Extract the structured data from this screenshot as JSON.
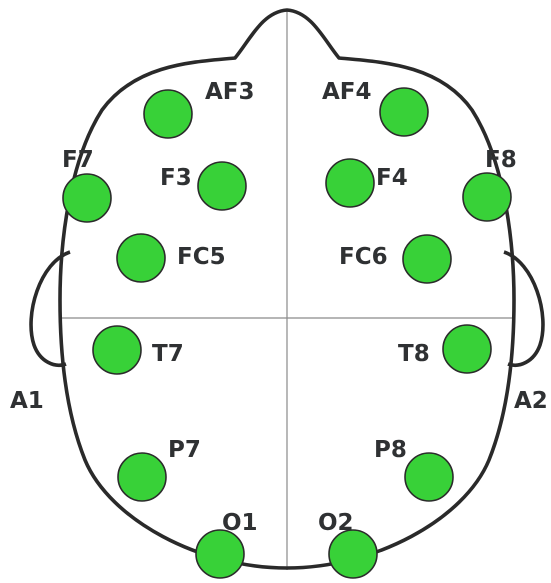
{
  "electrode_color": "#38d138",
  "outline_color": "#2a2a2a",
  "electrodes": [
    {
      "id": "af3",
      "label": "AF3"
    },
    {
      "id": "af4",
      "label": "AF4"
    },
    {
      "id": "f7",
      "label": "F7"
    },
    {
      "id": "f8",
      "label": "F8"
    },
    {
      "id": "f3",
      "label": "F3"
    },
    {
      "id": "f4",
      "label": "F4"
    },
    {
      "id": "fc5",
      "label": "FC5"
    },
    {
      "id": "fc6",
      "label": "FC6"
    },
    {
      "id": "t7",
      "label": "T7"
    },
    {
      "id": "t8",
      "label": "T8"
    },
    {
      "id": "p7",
      "label": "P7"
    },
    {
      "id": "p8",
      "label": "P8"
    },
    {
      "id": "o1",
      "label": "O1"
    },
    {
      "id": "o2",
      "label": "O2"
    }
  ],
  "ear_labels": {
    "left": "A1",
    "right": "A2"
  }
}
